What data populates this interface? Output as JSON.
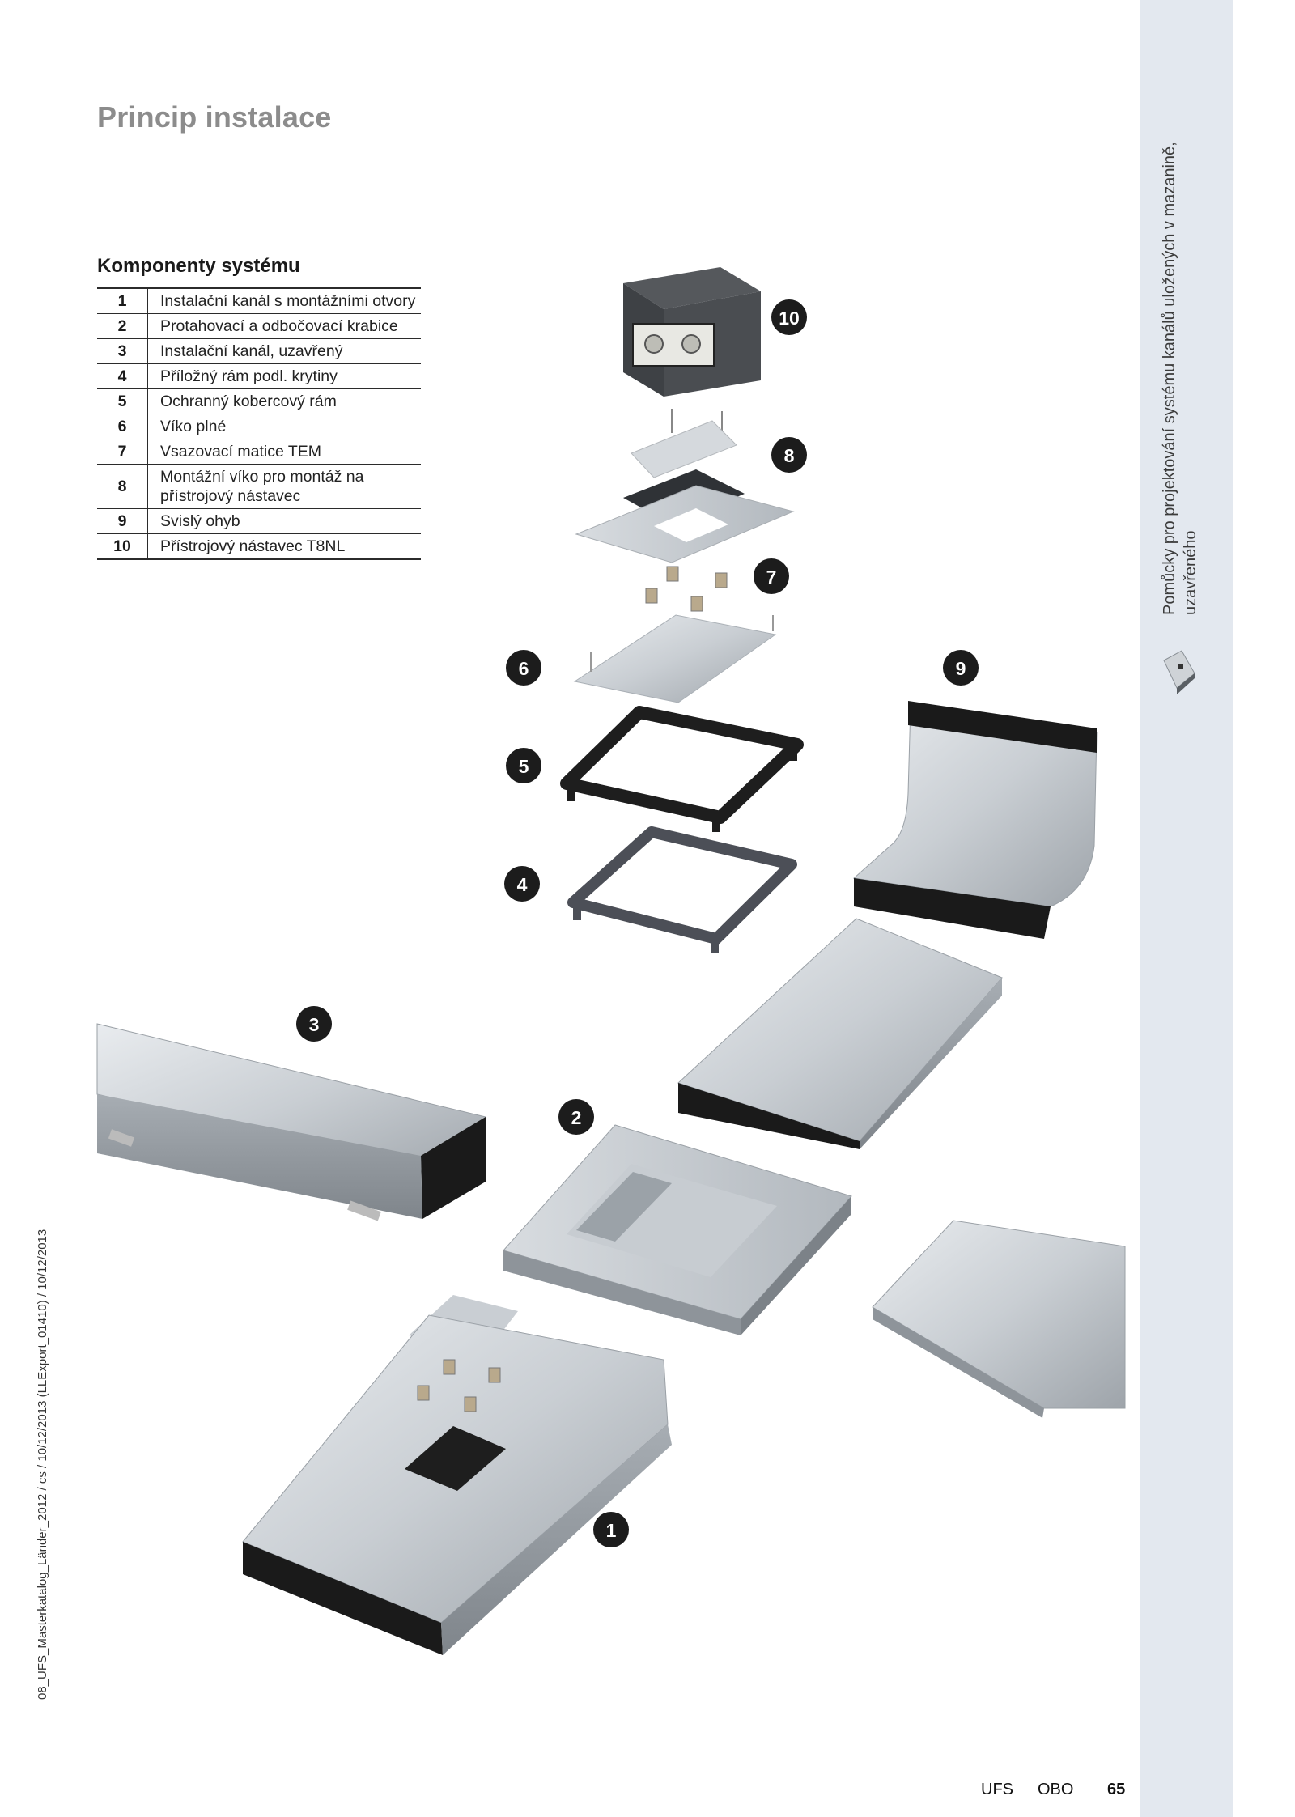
{
  "page": {
    "title": "Princip instalace",
    "section_title": "Komponenty systému",
    "components": [
      {
        "num": "1",
        "label": "Instalační kanál s montážními otvory"
      },
      {
        "num": "2",
        "label": "Protahovací a odbočovací krabice"
      },
      {
        "num": "3",
        "label": "Instalační kanál, uzavřený"
      },
      {
        "num": "4",
        "label": "Příložný rám podl. krytiny"
      },
      {
        "num": "5",
        "label": "Ochranný kobercový rám"
      },
      {
        "num": "6",
        "label": "Víko plné"
      },
      {
        "num": "7",
        "label": "Vsazovací matice TEM"
      },
      {
        "num": "8",
        "label": "Montážní víko pro montáž na přístrojový nástavec"
      },
      {
        "num": "9",
        "label": "Svislý ohyb"
      },
      {
        "num": "10",
        "label": "Přístrojový nástavec T8NL"
      }
    ]
  },
  "sidebar": {
    "text": "Pomůcky pro projektování systému kanálů uložených v mazanině, uzavřeného"
  },
  "print_info": "08_UFS_Masterkatalog_Länder_2012 / cs / 10/12/2013 (LLExport_01410) / 10/12/2013",
  "footer": {
    "brand1": "UFS",
    "brand2": "OBO",
    "page_number": "65"
  },
  "illustration": {
    "badges": [
      "10",
      "8",
      "7",
      "6",
      "9",
      "5",
      "4",
      "3",
      "2",
      "1"
    ]
  },
  "colors": {
    "sidebar_bg": "#e3e8ef",
    "title_gray": "#8c8c8c",
    "badge": "#1c1c1c"
  }
}
